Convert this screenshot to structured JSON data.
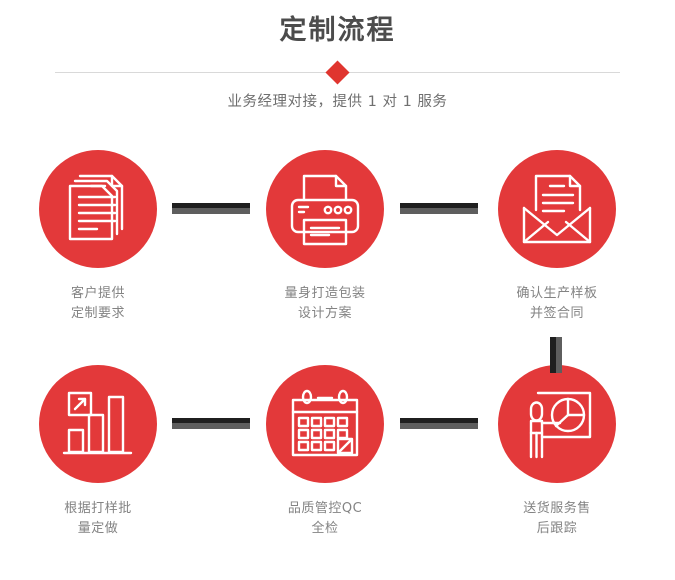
{
  "header": {
    "title": "定制流程",
    "subtitle": "业务经理对接，提供 1 对 1 服务",
    "accent_color": "#e0352f",
    "title_color": "#4c4c4c",
    "subtitle_color": "#6f6f6f"
  },
  "theme": {
    "circle_color": "#e3393a",
    "label_color": "#838383",
    "connector_dark": "#1f1f1f",
    "connector_light": "#5e5e5e",
    "background": "#ffffff"
  },
  "steps": [
    {
      "index": 1,
      "icon": "documents-stack-icon",
      "label_line1": "客户提供",
      "label_line2": "定制要求"
    },
    {
      "index": 2,
      "icon": "printer-icon",
      "label_line1": "量身打造包装",
      "label_line2": "设计方案"
    },
    {
      "index": 3,
      "icon": "envelope-letter-icon",
      "label_line1": "确认生产样板",
      "label_line2": "并签合同"
    },
    {
      "index": 4,
      "icon": "bar-chart-growth-icon",
      "label_line1": "根据打样批",
      "label_line2": "量定做"
    },
    {
      "index": 5,
      "icon": "calendar-icon",
      "label_line1": "品质管控QC",
      "label_line2": "全检"
    },
    {
      "index": 6,
      "icon": "presenter-pie-chart-icon",
      "label_line1": "送货服务售",
      "label_line2": "后跟踪"
    }
  ]
}
